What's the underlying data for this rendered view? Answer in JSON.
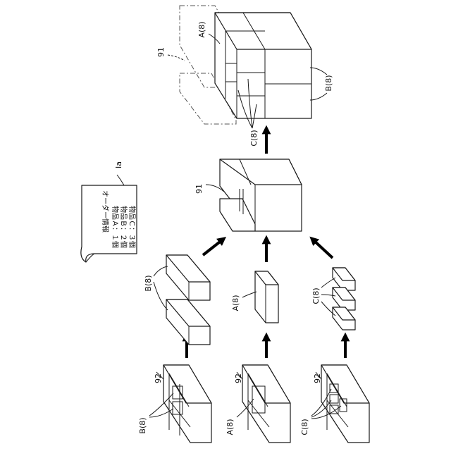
{
  "labels": {
    "order_ref": "Ia",
    "box_ref": "91",
    "shelf_ref": "92",
    "item_a": "A(8)",
    "item_b": "B(8)",
    "item_c": "C(8)"
  },
  "order_document": {
    "title": "オーダー情報",
    "lines": [
      "物品Ａ：１個",
      "物品Ｂ：２個",
      "物品Ｃ：３個"
    ]
  }
}
